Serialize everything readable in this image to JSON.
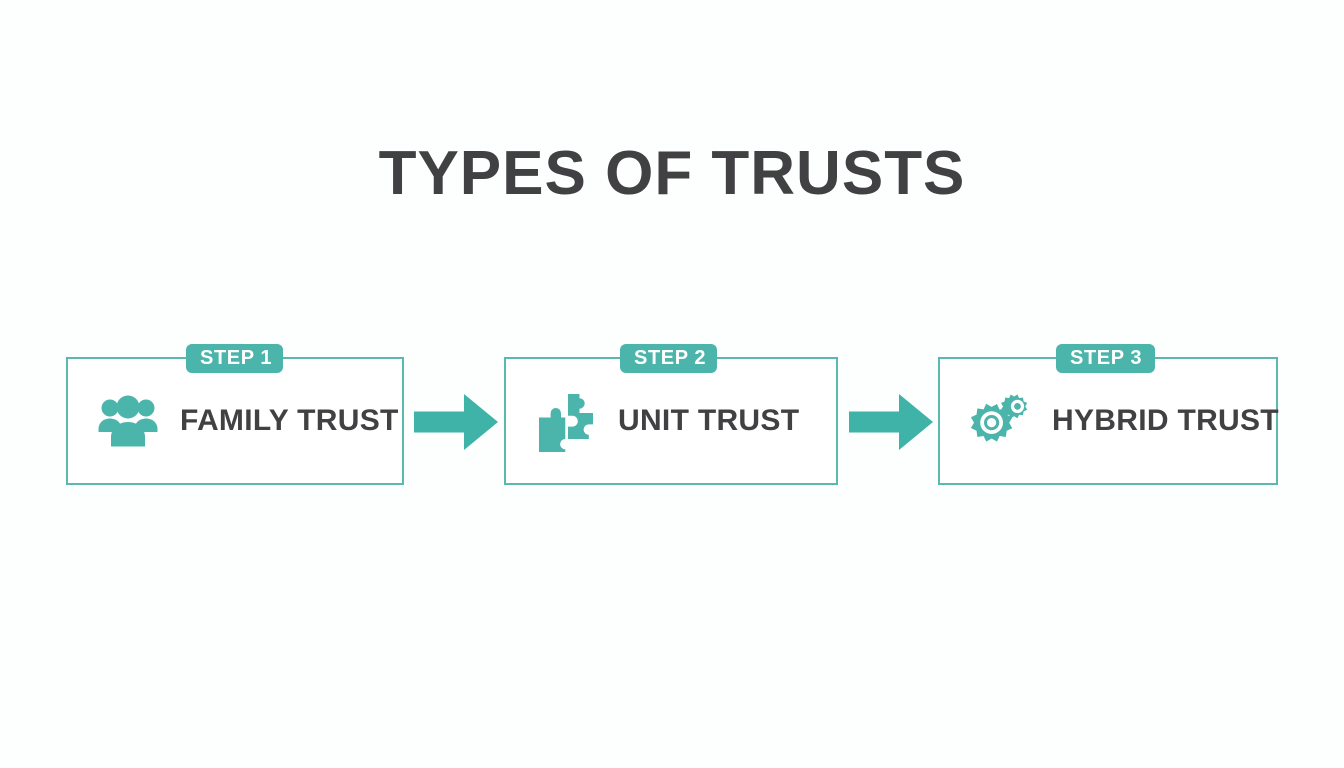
{
  "page": {
    "title": "TYPES OF TRUSTS",
    "background_color": "#fdfefe"
  },
  "theme": {
    "accent": "#4bb5ab",
    "border": "#5bb8ae",
    "text_dark": "#414042",
    "badge_text": "#ffffff"
  },
  "steps": [
    {
      "badge": "STEP 1",
      "label": "FAMILY TRUST",
      "icon": "people-group-icon"
    },
    {
      "badge": "STEP 2",
      "label": "UNIT TRUST",
      "icon": "puzzle-pieces-icon"
    },
    {
      "badge": "STEP 3",
      "label": "HYBRID TRUST",
      "icon": "gears-icon"
    }
  ],
  "connectors": [
    {
      "name": "arrow-1",
      "direction": "right"
    },
    {
      "name": "arrow-2",
      "direction": "right"
    }
  ]
}
